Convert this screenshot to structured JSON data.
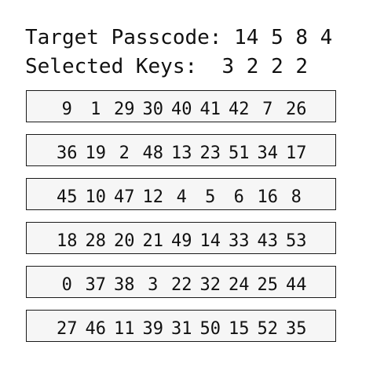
{
  "header": {
    "target_label": "Target Passcode:",
    "target_code": "14 5 8 4",
    "selected_label": "Selected Keys:",
    "selected_code": "3 2 2 2"
  },
  "keypad": {
    "rows": [
      [
        "9",
        "1",
        "29",
        "30",
        "40",
        "41",
        "42",
        "7",
        "26"
      ],
      [
        "36",
        "19",
        "2",
        "48",
        "13",
        "23",
        "51",
        "34",
        "17"
      ],
      [
        "45",
        "10",
        "47",
        "12",
        "4",
        "5",
        "6",
        "16",
        "8"
      ],
      [
        "18",
        "28",
        "20",
        "21",
        "49",
        "14",
        "33",
        "43",
        "53"
      ],
      [
        "0",
        "37",
        "38",
        "3",
        "22",
        "32",
        "24",
        "25",
        "44"
      ],
      [
        "27",
        "46",
        "11",
        "39",
        "31",
        "50",
        "15",
        "52",
        "35"
      ]
    ]
  }
}
